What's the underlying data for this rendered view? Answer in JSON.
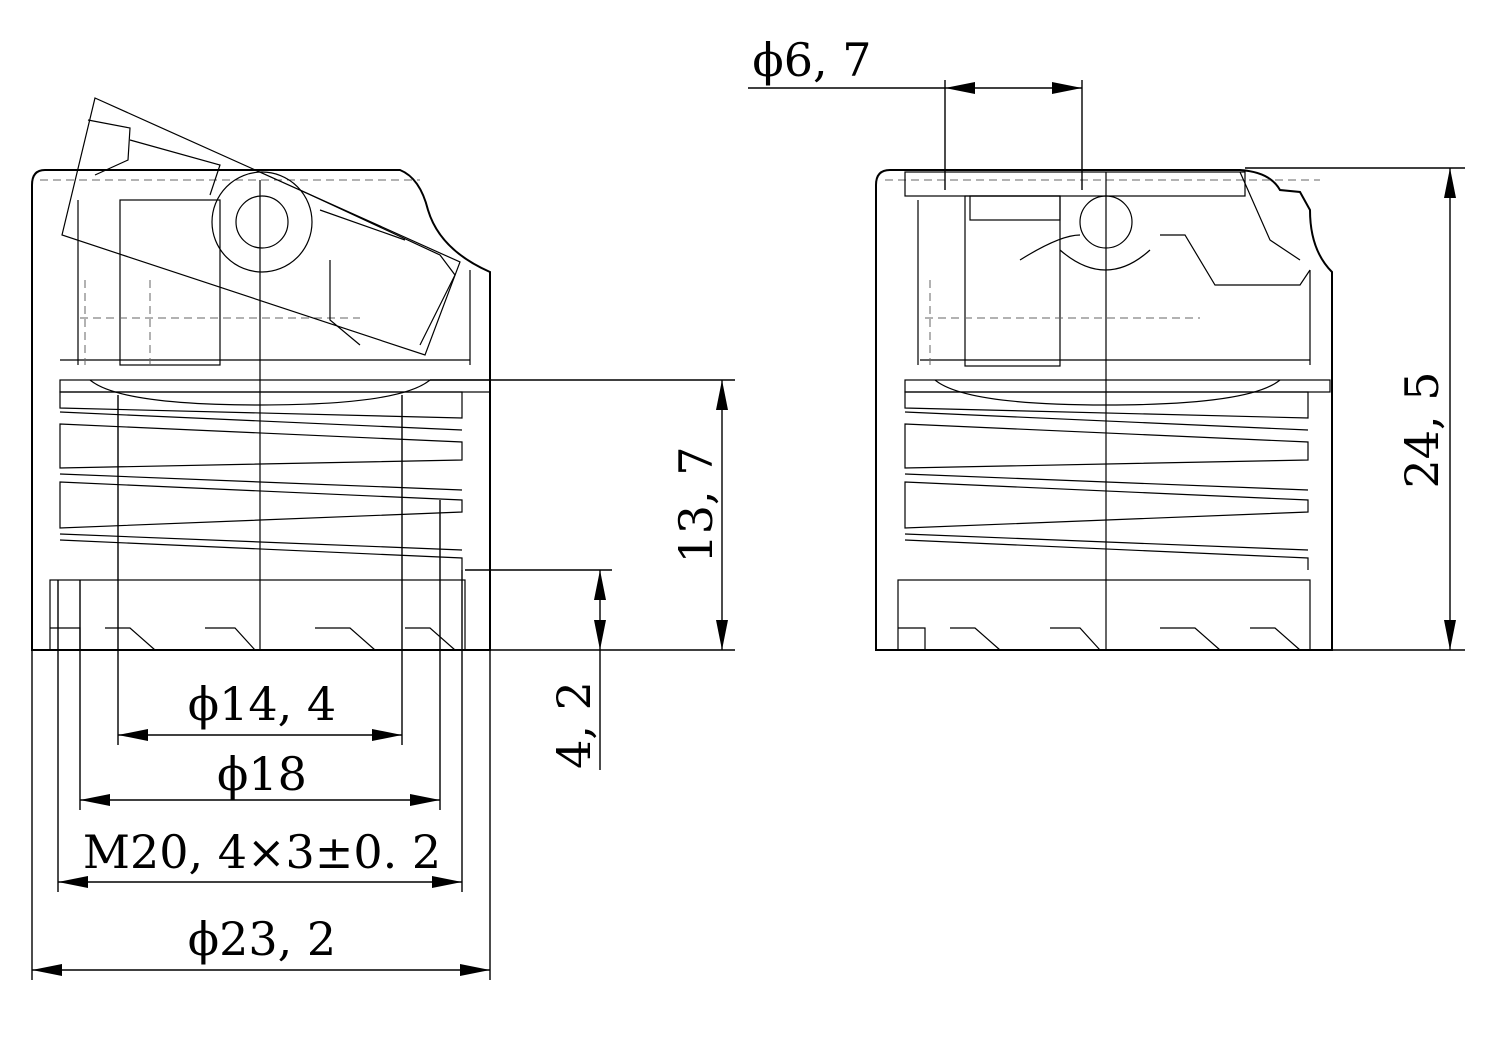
{
  "left_view": {
    "dims": {
      "d_inner": "ϕ14, 4",
      "d_mid": "ϕ18",
      "thread": "M20, 4×3±0. 2",
      "d_outer": "ϕ23, 2",
      "h_thread": "13, 7",
      "h_base": "4, 2"
    }
  },
  "right_view": {
    "dims": {
      "d_orifice": "ϕ6, 7",
      "h_total": "24, 5"
    }
  },
  "colors": {
    "line": "#000000",
    "hidden_line": "#666666",
    "background": "#ffffff"
  }
}
